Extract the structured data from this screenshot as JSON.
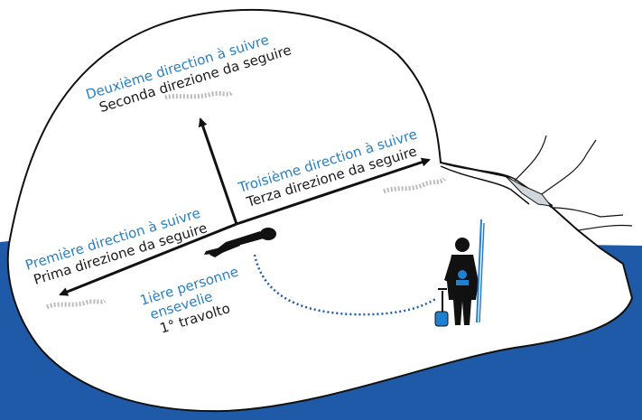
{
  "colors": {
    "sea": "#1e5aa8",
    "label_blue": "#2a7fc1",
    "outline": "#111111",
    "searcher_accent": "#1f7fd0"
  },
  "labels": {
    "second_fr": "Deuxième direction à suivre",
    "second_it": "Seconda direzione da seguire",
    "third_fr": "Troisième direction à suivre",
    "third_it": "Terza direzione da seguire",
    "first_fr": "Première direction à suivre",
    "first_it": "Prima direzione da seguire",
    "victim_fr_1": "1ière personne",
    "victim_fr_2": "ensevelie",
    "victim_it": "1° travolto"
  },
  "icons": [
    "avalanche-deposit",
    "buried-victim-icon",
    "searcher-icon",
    "transceiver-icon",
    "ski-poles-icon"
  ]
}
